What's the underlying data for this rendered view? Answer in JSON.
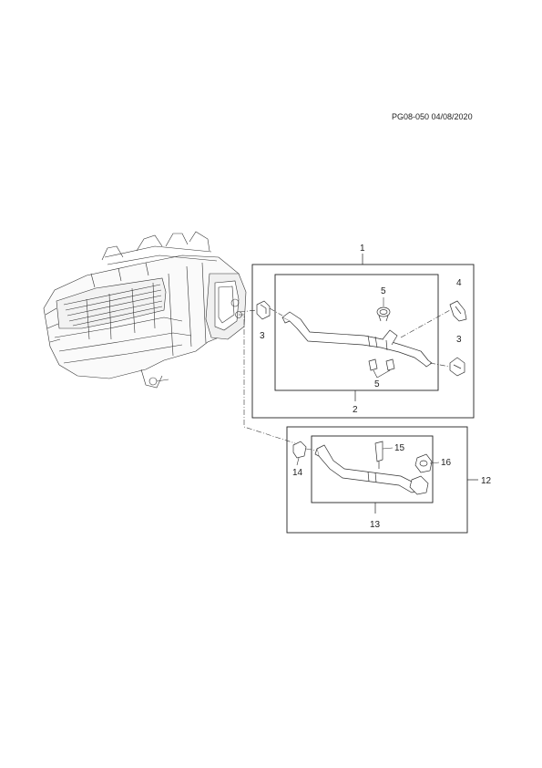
{
  "header": {
    "reference": "PG08-050 04/08/2020"
  },
  "callouts": {
    "c1": "1",
    "c2": "2",
    "c3a": "3",
    "c3b": "3",
    "c4": "4",
    "c5a": "5",
    "c5b": "5",
    "c12": "12",
    "c13": "13",
    "c14": "14",
    "c15": "15",
    "c16": "16"
  }
}
